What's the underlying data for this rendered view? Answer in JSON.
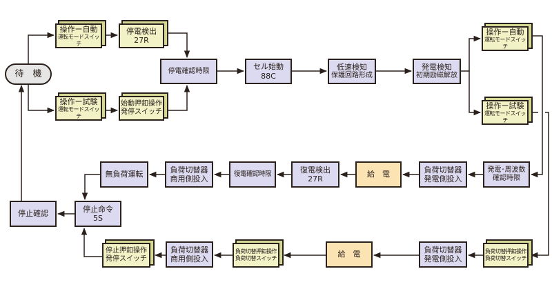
{
  "diagram": {
    "nodes": {
      "standby": {
        "label": "待　機"
      },
      "op_auto_left": {
        "line1": "操作ー自動",
        "line2": "運転モードスイッチ"
      },
      "outage_detect": {
        "line1": "停電検出",
        "line2": "27R"
      },
      "op_test_left": {
        "line1": "操作ー試験",
        "line2": "運転モードスイッチ"
      },
      "start_button": {
        "line1": "始動押釦操作",
        "line2": "発停スイッチ"
      },
      "outage_confirm_timer": {
        "line1": "停電確認時限"
      },
      "cell_start": {
        "line1": "セル始動",
        "line2": "88C"
      },
      "low_speed_detect": {
        "line1": "低速検知",
        "line2": "保護回路形成"
      },
      "gen_detect": {
        "line1": "発電検知",
        "line2": "初期励磁解放"
      },
      "op_auto_right": {
        "line1": "操作ー自動",
        "line2": "運転モードスイッチ"
      },
      "op_test_right": {
        "line1": "操作ー試験",
        "line2": "運転モードスイッチ"
      },
      "gen_freq_confirm": {
        "line1": "発電･周波数",
        "line2": "確認時限"
      },
      "load_switch_gen_1": {
        "line1": "負荷切替器",
        "line2": "発電側投入"
      },
      "power_feed_1": {
        "line1": "給　電"
      },
      "restore_detect": {
        "line1": "復電検出",
        "line2": "27R"
      },
      "restore_confirm_timer": {
        "line1": "復電確認時限"
      },
      "load_switch_commercial_1": {
        "line1": "負荷切替器",
        "line2": "商用側投入"
      },
      "no_load_run": {
        "line1": "無負荷運転"
      },
      "stop_command": {
        "line1": "停止命令",
        "line2": "5S"
      },
      "stop_confirm": {
        "line1": "停止確認"
      },
      "load_switch_button_right": {
        "line1": "負荷切替押釦操作",
        "line2": "負荷切替スイッチ"
      },
      "load_switch_gen_2": {
        "line1": "負荷切替器",
        "line2": "発電側投入"
      },
      "power_feed_2": {
        "line1": "給　電"
      },
      "load_switch_button_left": {
        "line1": "負荷切替押釦操作",
        "line2": "負荷切替スイッチ"
      },
      "load_switch_commercial_2": {
        "line1": "負荷切替器",
        "line2": "商用側投入"
      },
      "stop_button": {
        "line1": "停止押釦操作",
        "line2": "発停スイッチ"
      }
    },
    "colors": {
      "process": "#dcdaf0",
      "switch": "#f1f3c7",
      "feed": "#fce3b4",
      "standby": "#e6e6e6",
      "line": "#2a211c"
    }
  }
}
